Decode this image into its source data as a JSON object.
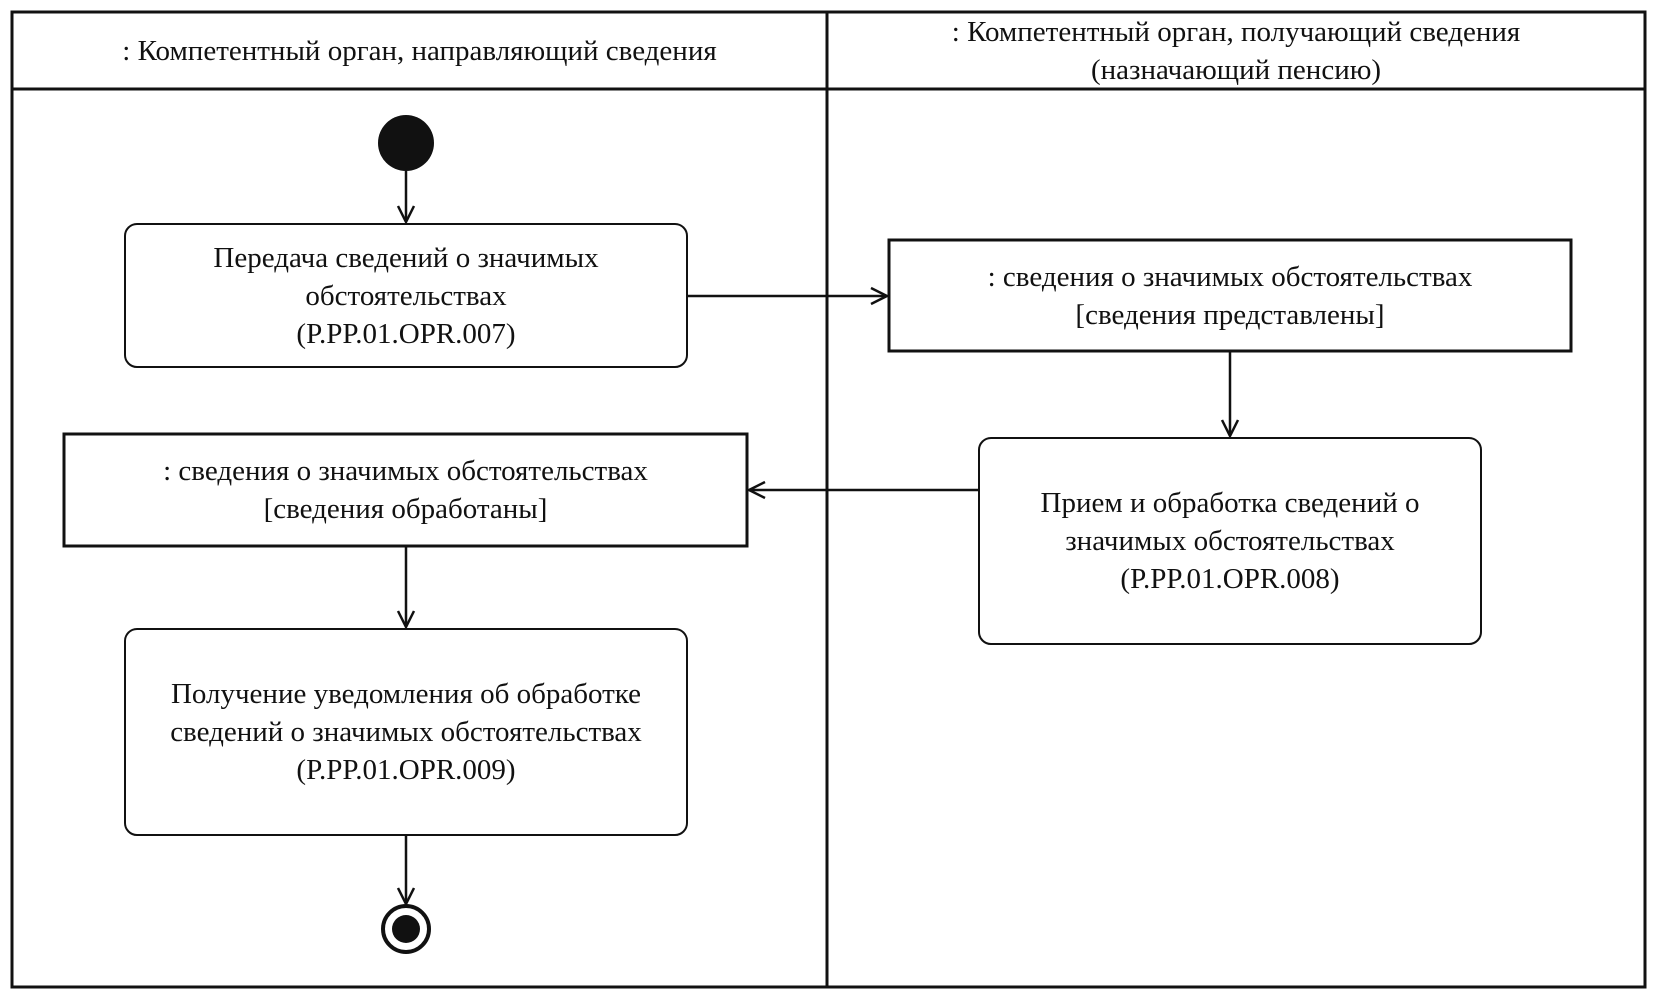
{
  "lanes": [
    {
      "title": ": Компетентный орган, направляющий сведения"
    },
    {
      "title_line1": ": Компетентный орган, получающий сведения",
      "title_line2": "(назначающий пенсию)"
    }
  ],
  "actions": {
    "send": {
      "line1": "Передача сведений о значимых",
      "line2": "обстоятельствах",
      "code": "(P.PP.01.OPR.007)"
    },
    "receive": {
      "line1": "Прием и обработка сведений о",
      "line2": "значимых обстоятельствах",
      "code": "(P.PP.01.OPR.008)"
    },
    "notify": {
      "line1": "Получение уведомления об обработке",
      "line2": "сведений о значимых обстоятельствах",
      "code": "(P.PP.01.OPR.009)"
    }
  },
  "objects": {
    "submitted": {
      "name": ": сведения о значимых обстоятельствах",
      "state": "[сведения представлены]"
    },
    "processed": {
      "name": ": сведения о значимых обстоятельствах",
      "state": "[сведения обработаны]"
    }
  },
  "colors": {
    "stroke": "#111111",
    "background": "#ffffff"
  }
}
